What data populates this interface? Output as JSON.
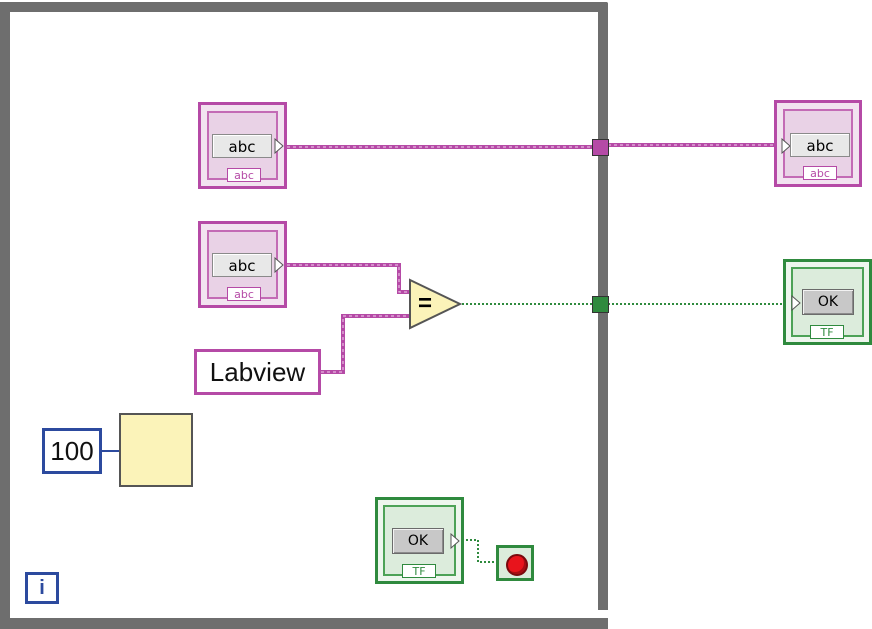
{
  "diagram": {
    "string_controls": [
      {
        "display_text": "abc",
        "type_tag": "abc"
      },
      {
        "display_text": "abc",
        "type_tag": "abc"
      }
    ],
    "string_indicator": {
      "display_text": "abc",
      "type_tag": "abc"
    },
    "string_constant": {
      "value": "Labview"
    },
    "compare_node": {
      "symbol": "="
    },
    "numeric_constant": {
      "value": "100"
    },
    "ok_indicator": {
      "button_text": "OK",
      "type_tag": "TF"
    },
    "ok_control": {
      "button_text": "OK",
      "type_tag": "TF"
    },
    "iteration_terminal": {
      "symbol": "i"
    }
  },
  "colors": {
    "string_wire": "#b54aa6",
    "boolean_wire": "#2f8a3e",
    "numeric_wire": "#2c4a9e",
    "loop_border": "#6e6e6e",
    "stop_red": "#e8141c"
  },
  "icons": {
    "wait": "metronome-icon",
    "stop": "stop-condition-icon"
  }
}
